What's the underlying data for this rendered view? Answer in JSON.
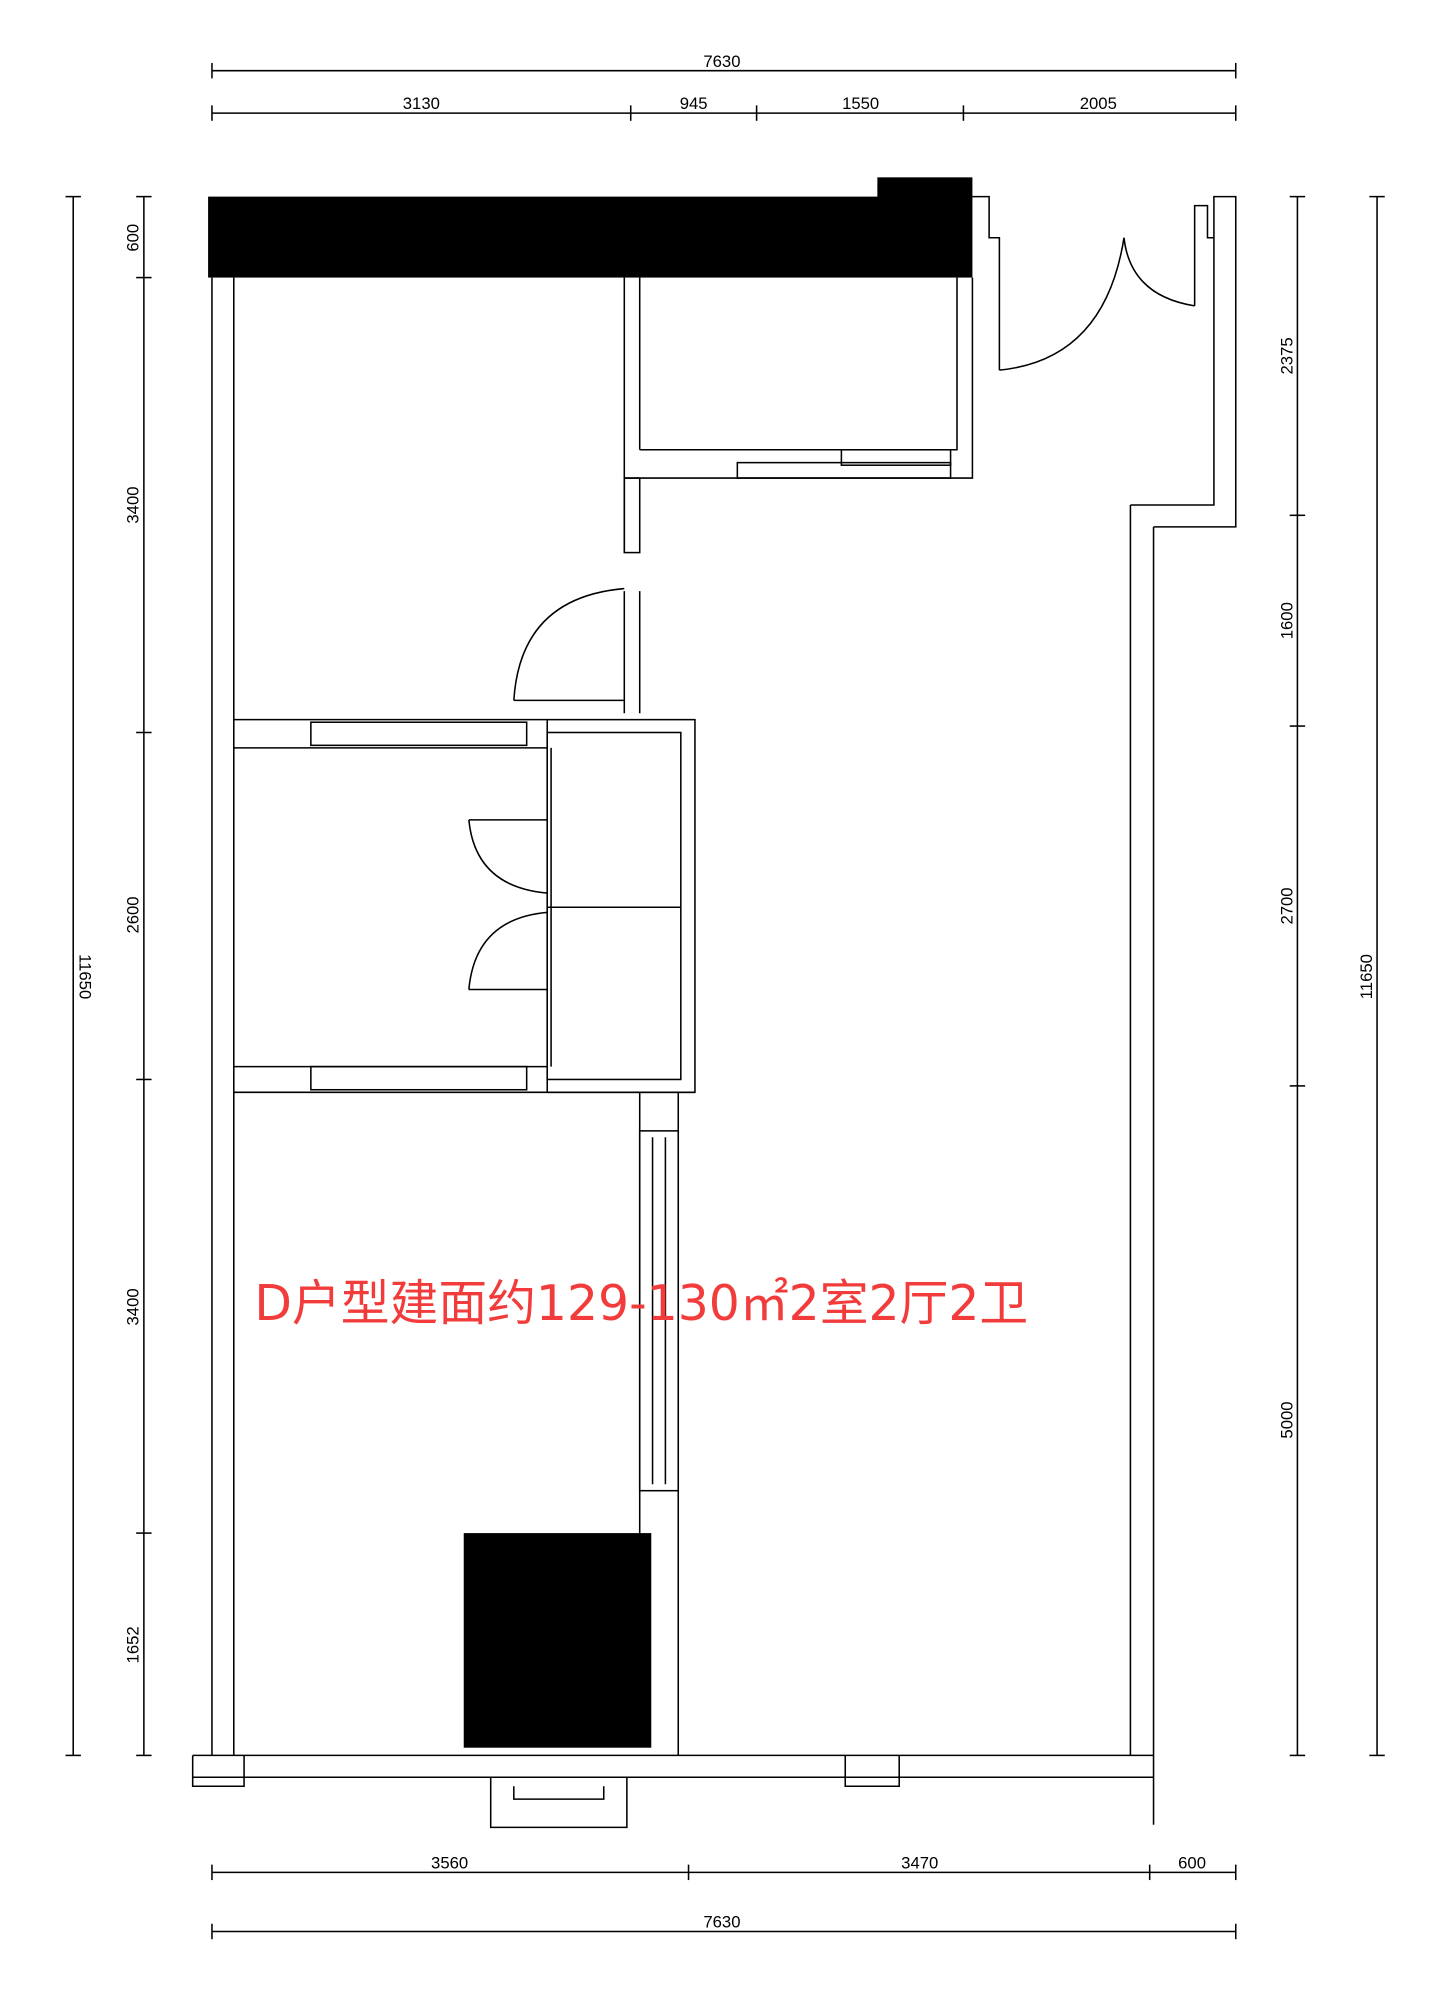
{
  "title": "D户型建面约129-130㎡2室2厅2卫",
  "colors": {
    "title": "#f23c3c",
    "walls": "#000000"
  },
  "dimensions": {
    "top_total": "7630",
    "top": [
      "3130",
      "945",
      "1550",
      "2005"
    ],
    "bottom": [
      "3560",
      "3470",
      "600"
    ],
    "bottom_total": "7630",
    "left_total": "11650",
    "left": [
      "600",
      "3400",
      "2600",
      "3400",
      "1652"
    ],
    "right": [
      "2375",
      "1600",
      "2700",
      "5000"
    ],
    "right_total": "11650"
  }
}
